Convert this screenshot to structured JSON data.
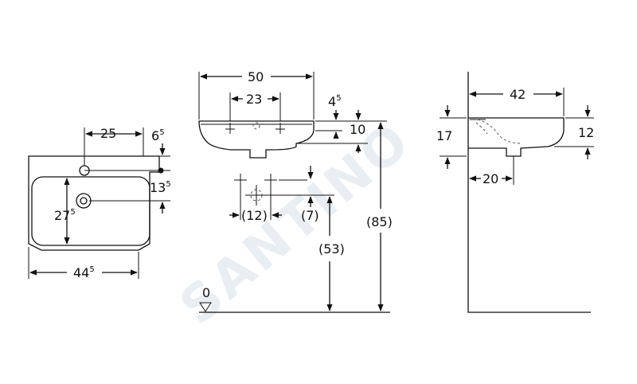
{
  "watermark": "SANTINO",
  "top_view": {
    "d_25": "25",
    "d_6": "6",
    "d_6_sup": "5",
    "d_13": "13",
    "d_13_sup": "5",
    "d_27": "27",
    "d_27_sup": "5",
    "d_44": "44",
    "d_44_sup": "5"
  },
  "front_view": {
    "d_50": "50",
    "d_23": "23",
    "d_4": "4",
    "d_4_sup": "5",
    "d_10": "10",
    "d_12": "(12)",
    "d_7": "(7)",
    "d_53": "(53)",
    "d_85": "(85)",
    "floor_zero": "0"
  },
  "side_view": {
    "d_42": "42",
    "d_17": "17",
    "d_12": "12",
    "d_20": "20"
  }
}
